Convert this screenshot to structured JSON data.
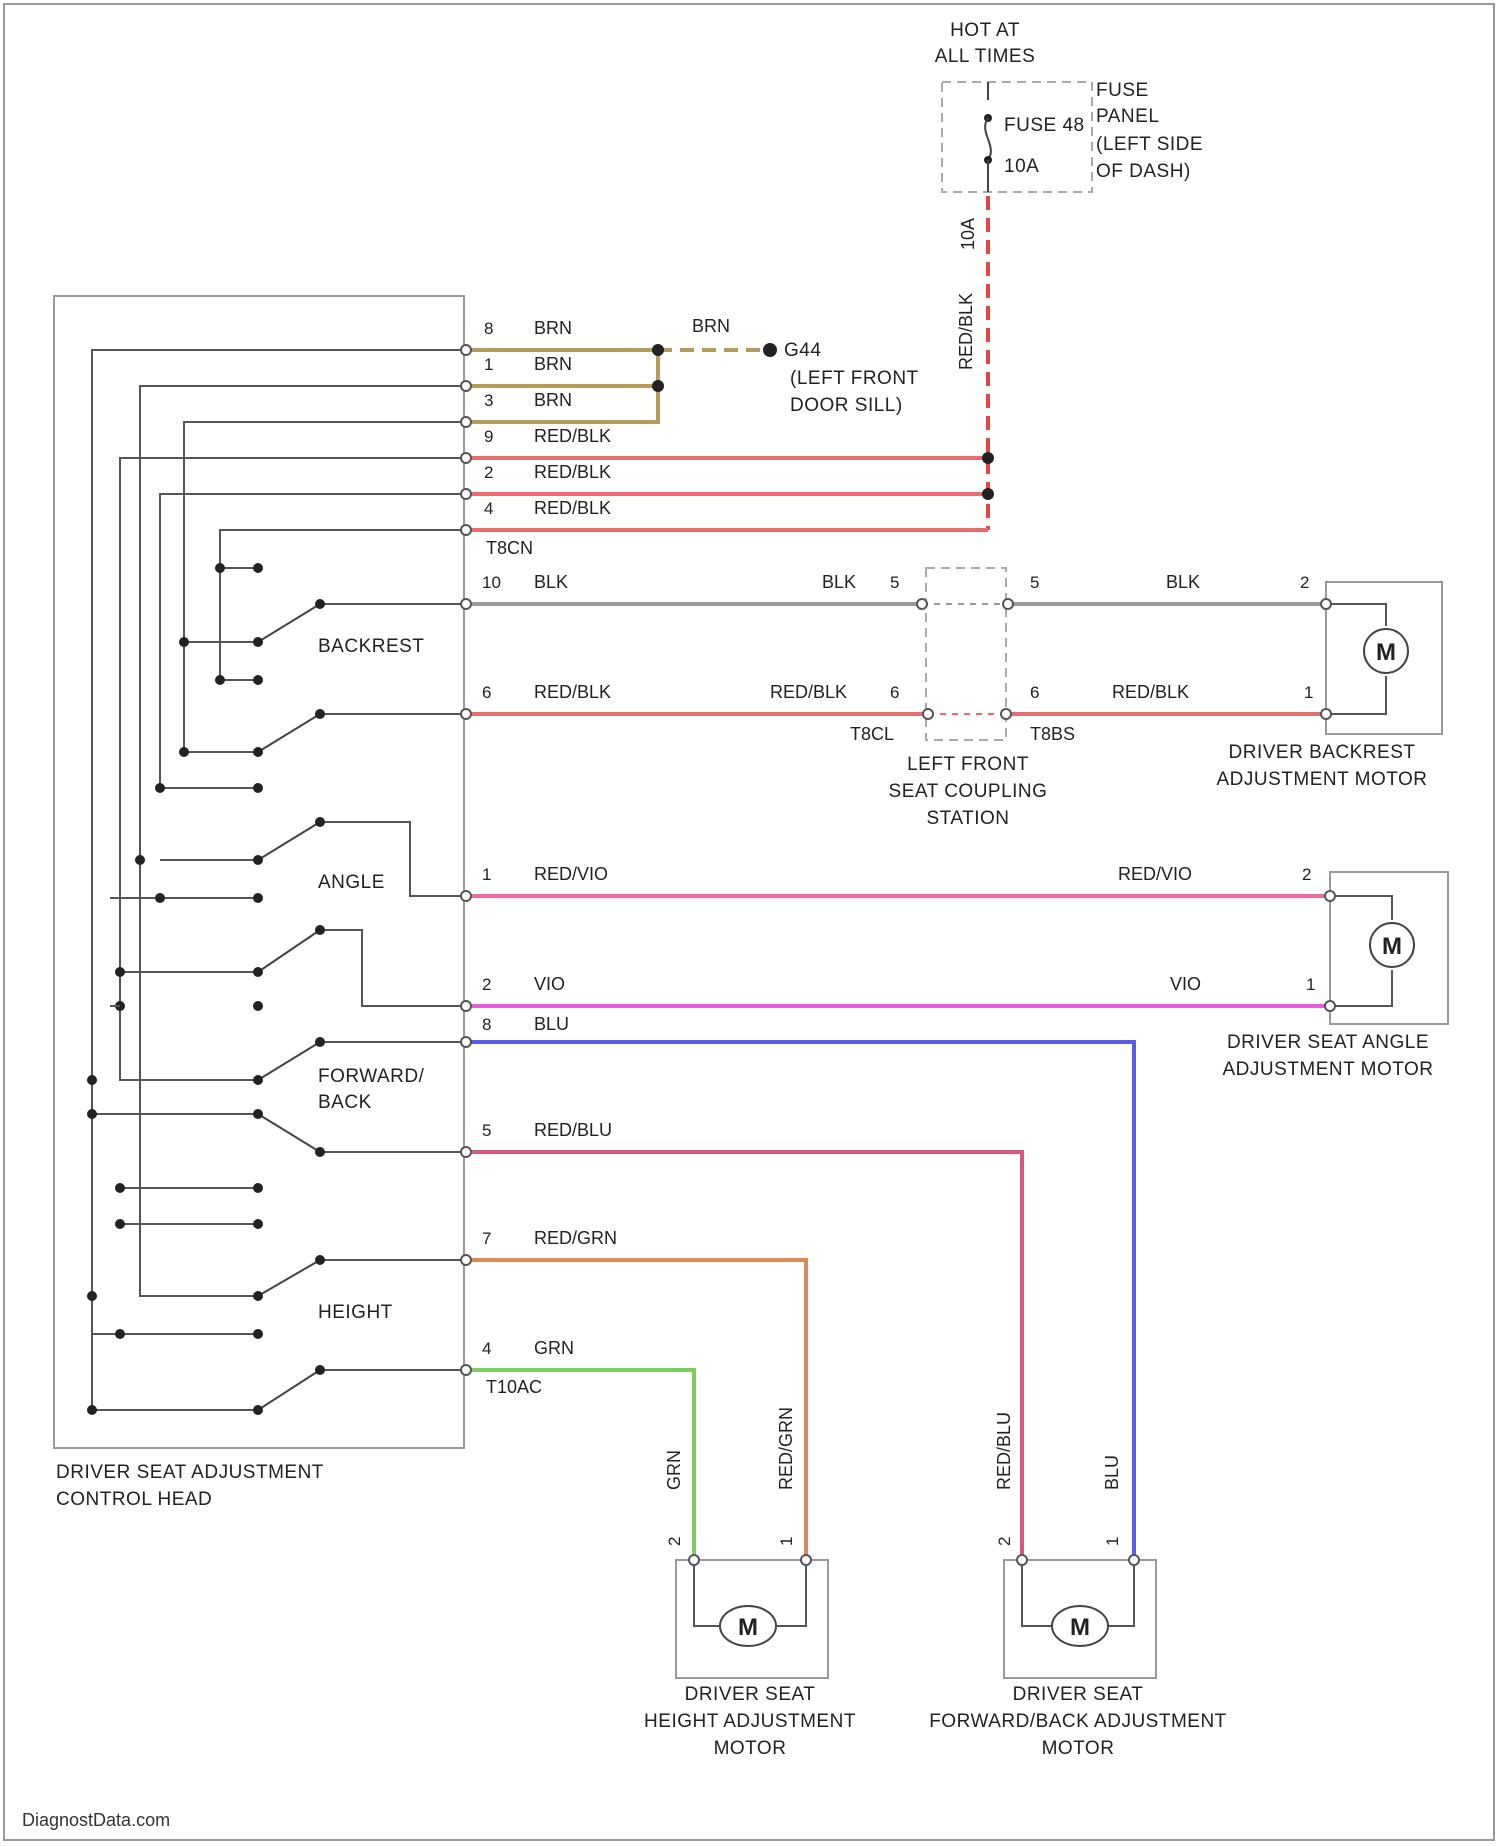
{
  "watermark": "DiagnostData.com",
  "hot_at_all_times": [
    "HOT AT",
    "ALL TIMES"
  ],
  "fuse": {
    "name": "FUSE 48",
    "rating": "10A",
    "pin": "10A",
    "panel": [
      "FUSE",
      "PANEL",
      "(LEFT SIDE",
      "OF DASH)"
    ]
  },
  "ground": {
    "name": "G44",
    "location": [
      "(LEFT FRONT",
      "DOOR SILL)"
    ]
  },
  "control_head": {
    "label": [
      "DRIVER SEAT ADJUSTMENT",
      "CONTROL HEAD"
    ],
    "connector_top": "T8CN",
    "connector_bottom": "T10AC"
  },
  "switches": {
    "backrest": "BACKREST",
    "angle": "ANGLE",
    "forward_back": [
      "FORWARD/",
      "BACK"
    ],
    "height": "HEIGHT"
  },
  "coupling": {
    "label": [
      "LEFT FRONT",
      "SEAT COUPLING",
      "STATION"
    ],
    "left_conn": "T8CL",
    "right_conn": "T8BS"
  },
  "motors": {
    "backrest": [
      "DRIVER BACKREST",
      "ADJUSTMENT MOTOR"
    ],
    "angle": [
      "DRIVER SEAT ANGLE",
      "ADJUSTMENT MOTOR"
    ],
    "height": [
      "DRIVER SEAT",
      "HEIGHT ADJUSTMENT",
      "MOTOR"
    ],
    "forward": [
      "DRIVER SEAT",
      "FORWARD/BACK ADJUSTMENT",
      "MOTOR"
    ],
    "symbol": "M"
  },
  "wires": {
    "brn": "BRN",
    "red_blk": "RED/BLK",
    "blk": "BLK",
    "red_vio": "RED/VIO",
    "vio": "VIO",
    "blu": "BLU",
    "red_blu": "RED/BLU",
    "red_grn": "RED/GRN",
    "grn": "GRN"
  },
  "pins": {
    "p8": "8",
    "p1": "1",
    "p3": "3",
    "p9": "9",
    "p2": "2",
    "p4": "4",
    "p10": "10",
    "p6": "6",
    "p5": "5",
    "p7": "7"
  },
  "colors": {
    "brn": "#b89a5a",
    "red_blk": "#e96b6b",
    "blk": "#9a9a9a",
    "red_vio": "#ef6aa0",
    "vio": "#e55be0",
    "blu": "#5b5bea",
    "red_blu": "#d35a7a",
    "red_grn": "#d98a5a",
    "grn": "#7ecb62"
  }
}
